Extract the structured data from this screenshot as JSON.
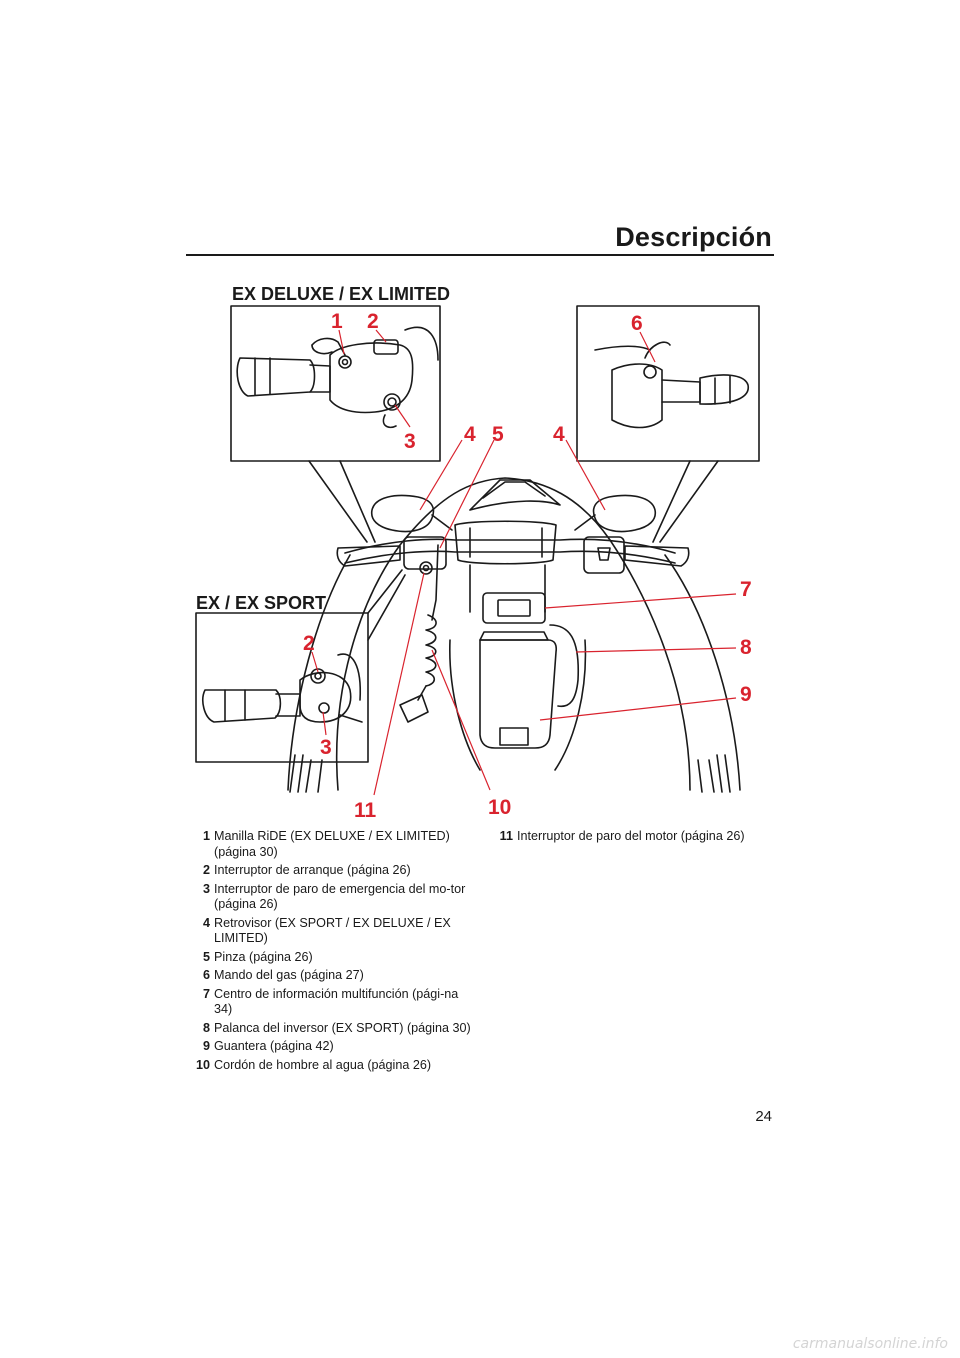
{
  "header": {
    "title": "Descripción"
  },
  "figure": {
    "variant_top": "EX DELUXE / EX LIMITED",
    "variant_bottom": "EX / EX SPORT",
    "callouts": {
      "c1": "1",
      "c2": "2",
      "c3": "3",
      "c4a": "4",
      "c5": "5",
      "c4b": "4",
      "c6": "6",
      "c7": "7",
      "c8": "8",
      "c9": "9",
      "c2b": "2",
      "c3b": "3",
      "c10": "10",
      "c11": "11"
    },
    "accent_color": "#d9232e"
  },
  "legend": {
    "left": [
      {
        "num": "1",
        "text": "Manilla RiDE (EX DELUXE / EX LIMITED) (página 30)"
      },
      {
        "num": "2",
        "text": "Interruptor de arranque (página 26)"
      },
      {
        "num": "3",
        "text": "Interruptor de paro de emergencia del mo-tor (página 26)"
      },
      {
        "num": "4",
        "text": "Retrovisor (EX SPORT / EX DELUXE / EX LIMITED)"
      },
      {
        "num": "5",
        "text": "Pinza (página 26)"
      },
      {
        "num": "6",
        "text": "Mando del gas (página 27)"
      },
      {
        "num": "7",
        "text": "Centro de información multifunción (pági-na 34)"
      },
      {
        "num": "8",
        "text": "Palanca del inversor (EX SPORT) (página 30)"
      },
      {
        "num": "9",
        "text": "Guantera (página 42)"
      },
      {
        "num": "10",
        "text": "Cordón de hombre al agua (página 26)"
      }
    ],
    "right": [
      {
        "num": "11",
        "text": "Interruptor de paro del motor (página 26)"
      }
    ]
  },
  "footer": {
    "page_number": "24",
    "watermark": "carmanualsonline.info"
  }
}
